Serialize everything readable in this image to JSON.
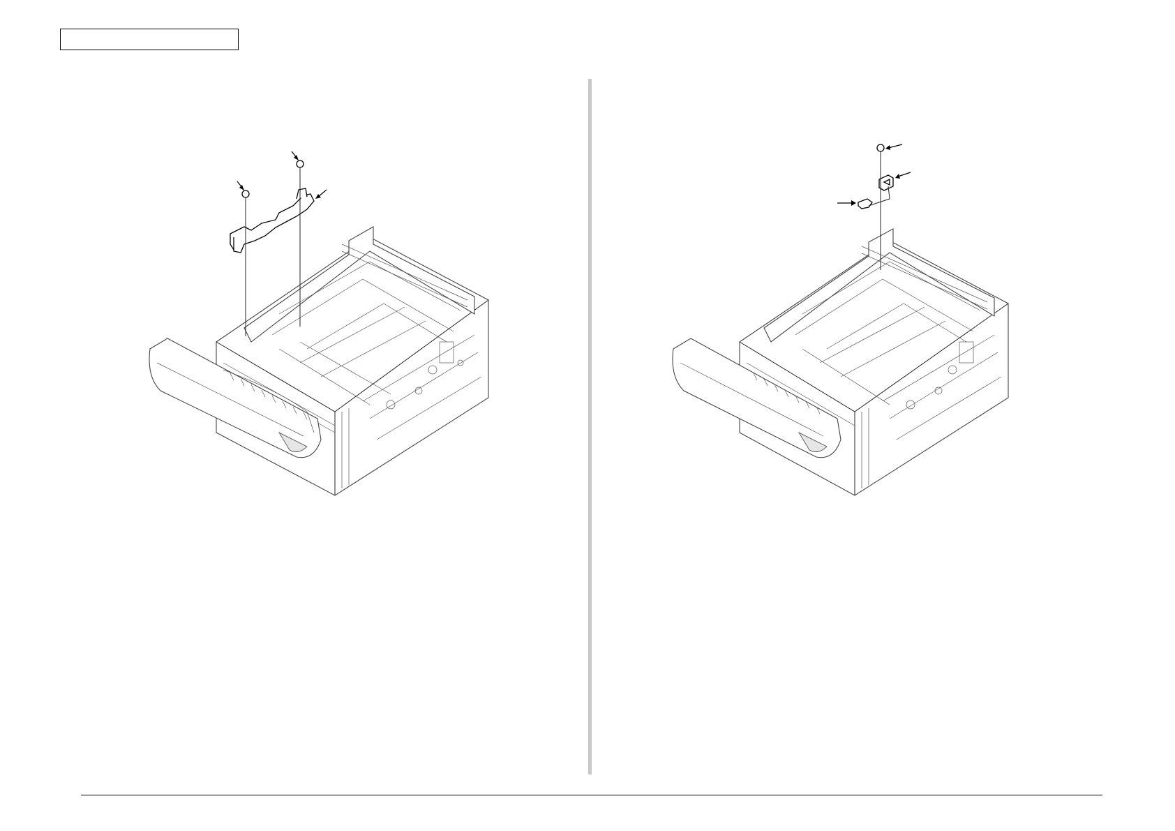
{
  "page": {
    "header_box_text": "",
    "colors": {
      "line": "#000000",
      "divider": "#c8c8c8",
      "background": "#ffffff"
    }
  },
  "figures": [
    {
      "name": "left-figure",
      "description_icon": "printer-frame-exploded-view-with-guide-and-two-screws"
    },
    {
      "name": "right-figure",
      "description_icon": "printer-frame-exploded-view-with-sensor-bracket-and-screw"
    }
  ]
}
